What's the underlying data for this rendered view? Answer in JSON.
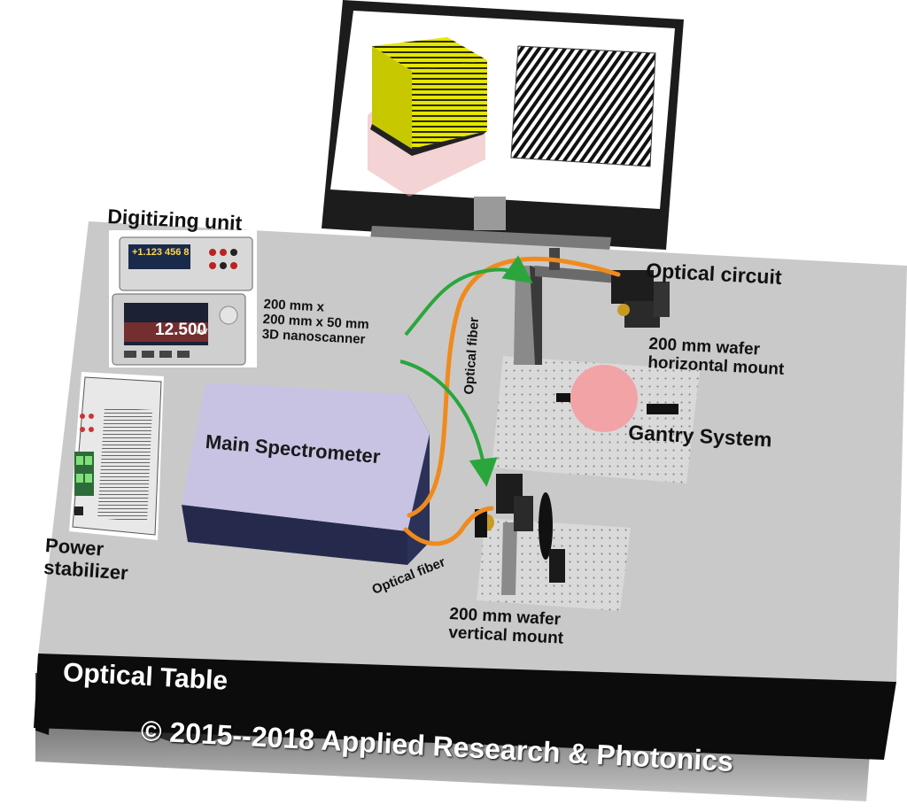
{
  "labels": {
    "digitizing_unit": "Digitizing unit",
    "meter_reading_top": "+1.123 456 8",
    "meter_reading_main": "12.500",
    "meter_unit": "mV",
    "scanner_dims": [
      "200 mm x",
      "200 mm x 50 mm",
      "3D nanoscanner"
    ],
    "optical_fiber_top": "Optical fiber",
    "optical_fiber_bottom": "Optical fiber",
    "optical_circuit": "Optical circuit",
    "horizontal_mount": [
      "200 mm wafer",
      "horizontal mount"
    ],
    "gantry_system": "Gantry System",
    "main_spectrometer": "Main Spectrometer",
    "power_stabilizer": [
      "Power",
      "stabilizer"
    ],
    "vertical_mount": [
      "200 mm wafer",
      "vertical mount"
    ],
    "optical_table": "Optical Table",
    "copyright": "© 2015--2018 Applied Research & Photonics"
  },
  "colors": {
    "table_surface": "#c9c9c9",
    "spectrometer_top": "#c8c3e3",
    "spectrometer_front": "#252a4d",
    "fiber_orange": "#f08a1e",
    "arrow_green": "#2aa63c",
    "wafer_pink": "#f2a3a6",
    "cube_yellow": "#e6e600",
    "band_black": "#0c0c0c"
  }
}
